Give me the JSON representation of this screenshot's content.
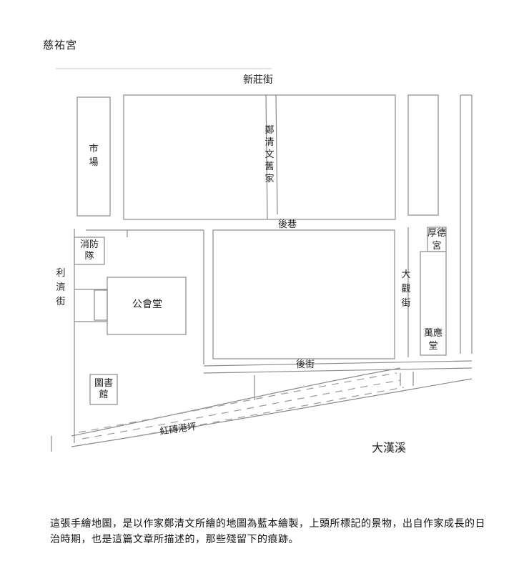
{
  "page_title": "慈祐宮",
  "map": {
    "streets": {
      "xinzhuang": "新莊街",
      "hou_xiang": "後巷",
      "li_ji": "利濟街",
      "da_guan": "大觀街",
      "hou_jie": "後街",
      "hongzhuan": "紅磚港坪"
    },
    "places": {
      "market": "市場",
      "zheng_home": "鄭清文舊家",
      "fire_station": "消防隊",
      "assembly_hall": "公會堂",
      "library": "圖書館",
      "houde_temple": "厚德宮",
      "wanying_hall": "萬應堂"
    },
    "river": "大漢溪"
  },
  "caption": "這張手繪地圖，是以作家鄭清文所繪的地圖為藍本繪製，上頭所標記的景物，出自作家成長的日治時期，也是這篇文章所描述的，那些殘留下的痕跡。"
}
